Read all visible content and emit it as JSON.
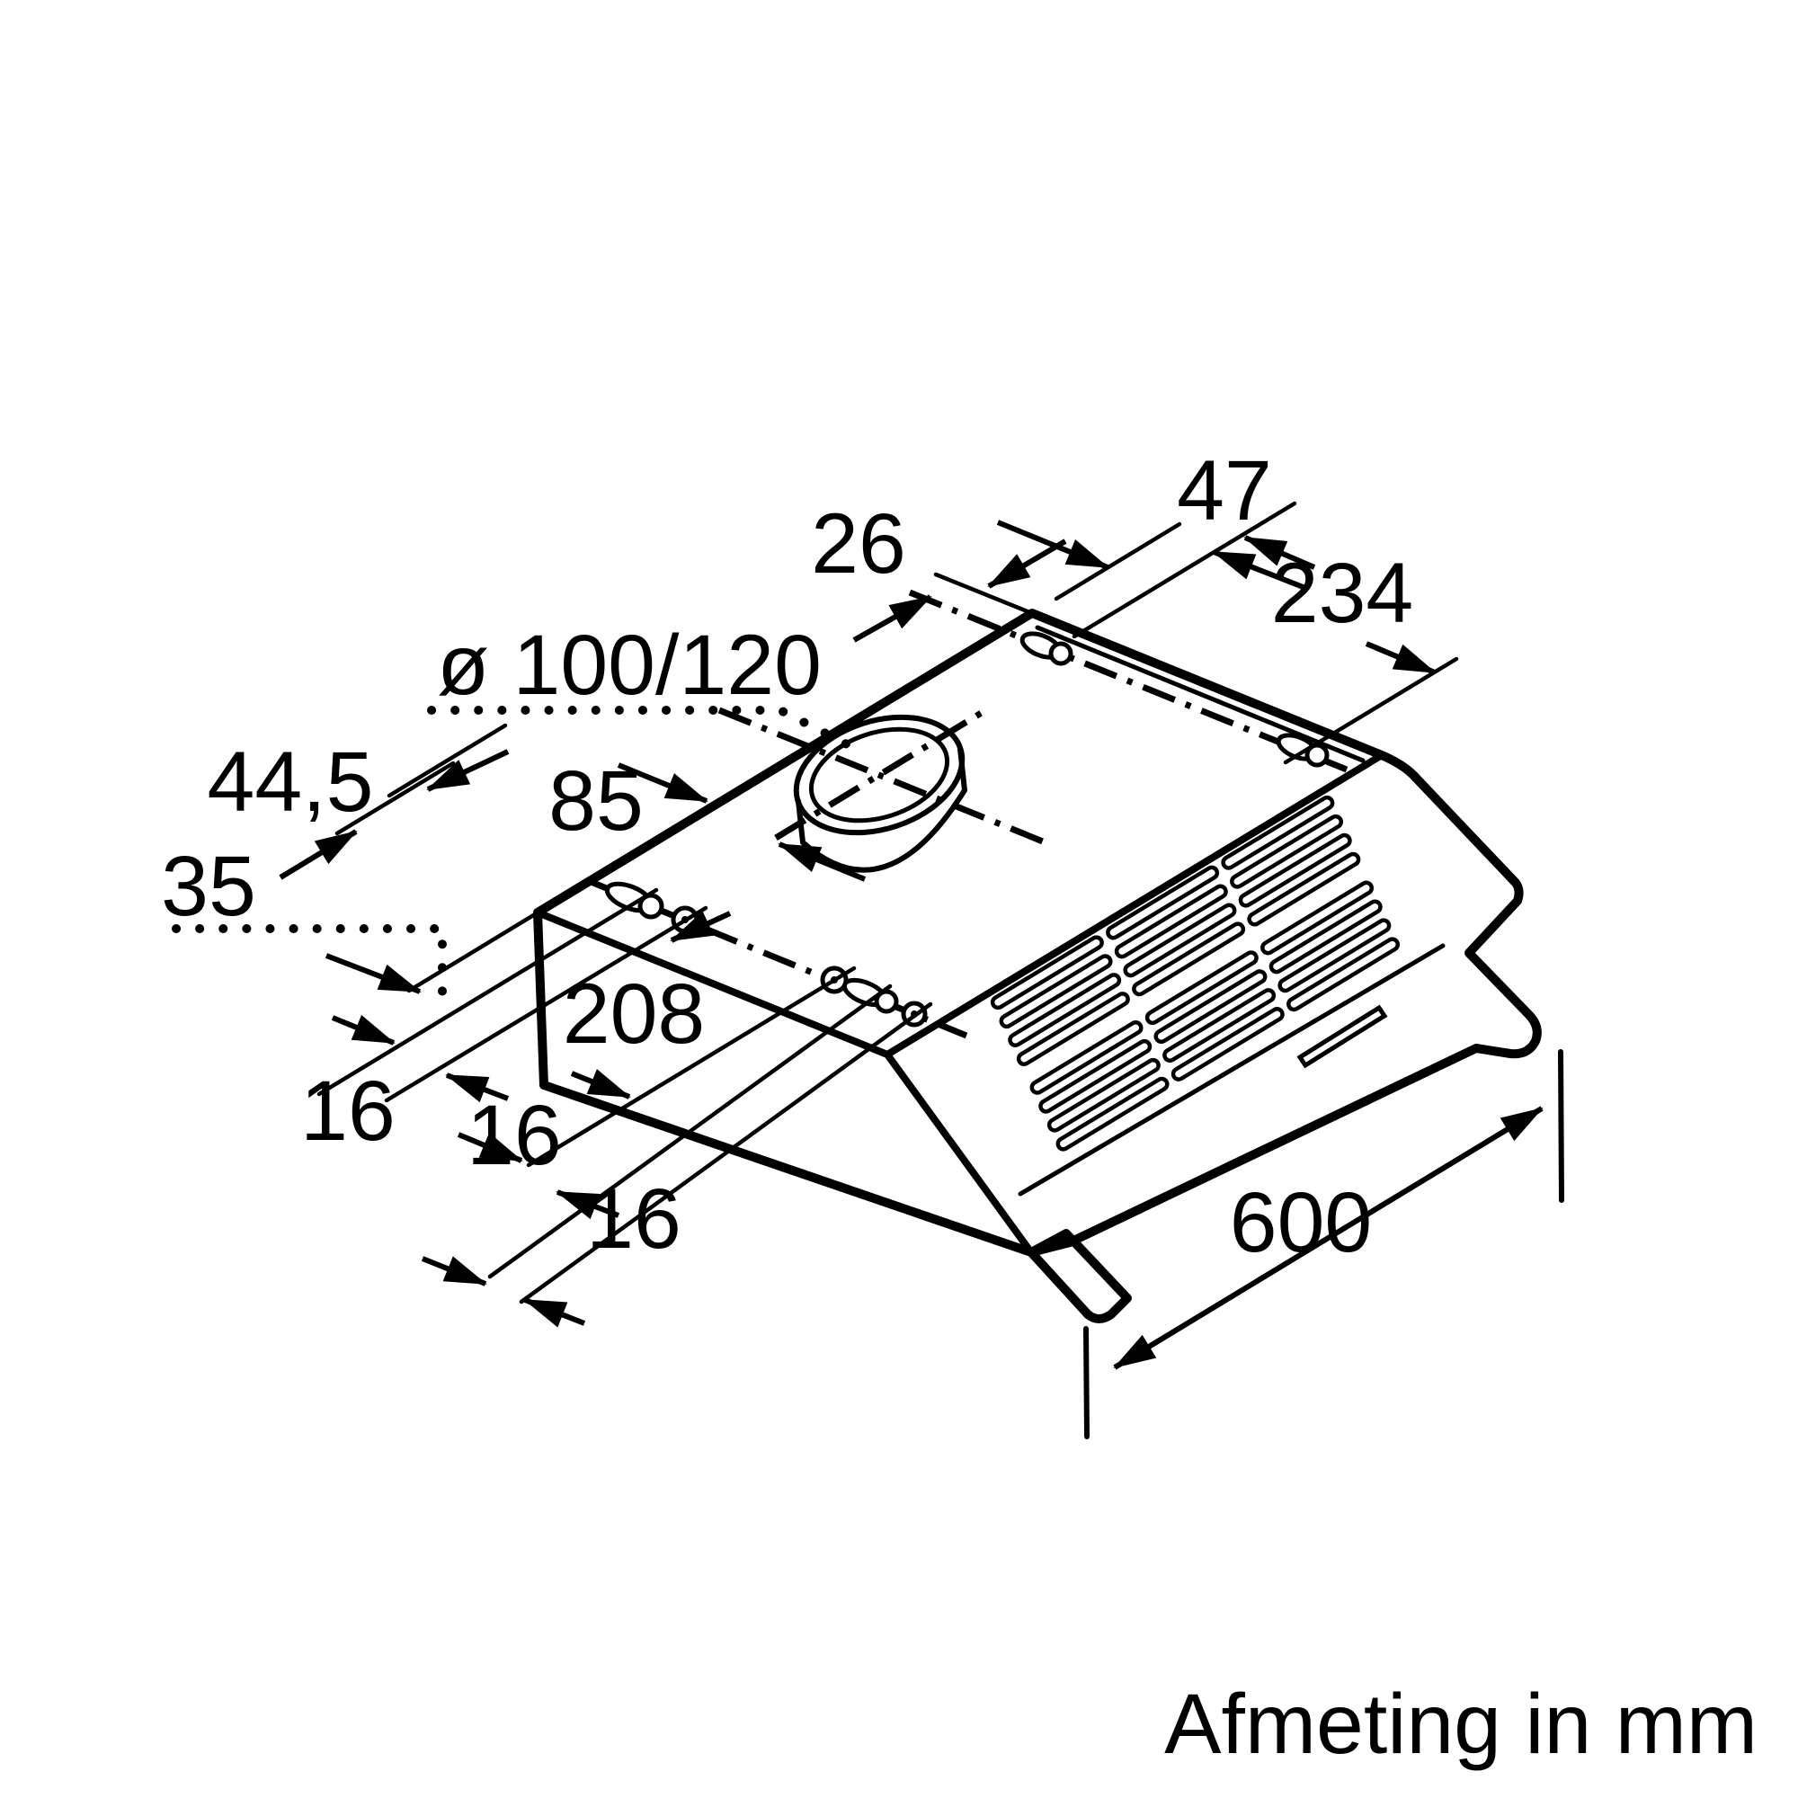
{
  "diagram": {
    "caption": "Afmeting in mm",
    "dimensions": {
      "duct_diameter": "ø 100/120",
      "rear_edge_to_holes": "26",
      "corner_to_hole": "47",
      "rear_hole_spacing": "234",
      "side_front_offset": "44,5",
      "side_leader_offset": "35",
      "duct_to_rear": "85",
      "keyhole_spacing": "208",
      "keyhole_gap_1": "16",
      "keyhole_gap_2": "16",
      "keyhole_gap_3": "16",
      "hood_width": "600"
    }
  }
}
